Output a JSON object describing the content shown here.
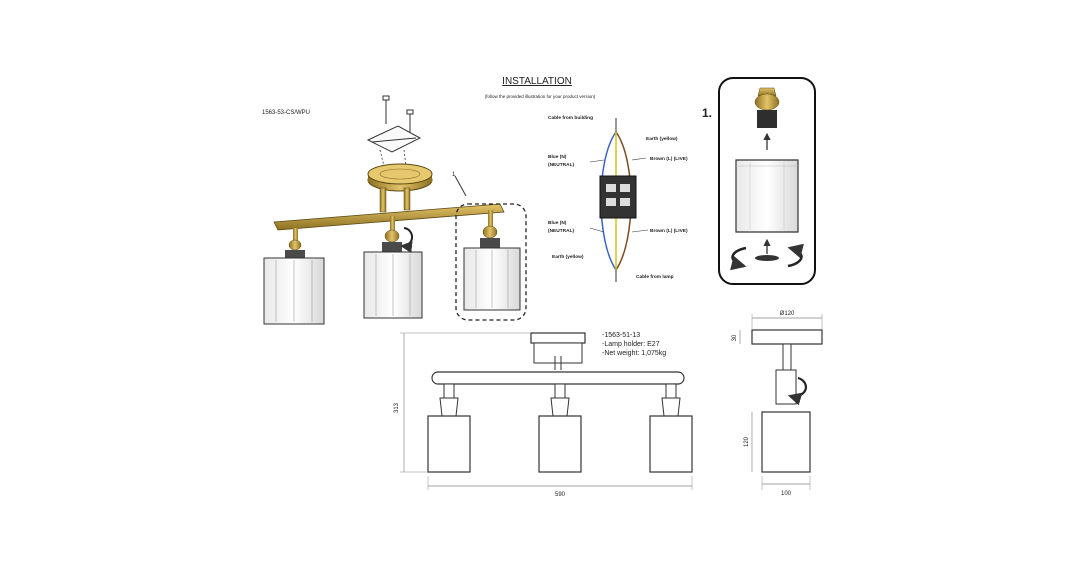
{
  "header": {
    "title": "INSTALLATION",
    "subtitle": "(follow the provided illustration for your product version)"
  },
  "product_code_label": "1563-53-CS/WPU",
  "wiring": {
    "cable_from_building": "Cable from building",
    "earth_top": "Earth (yellow)",
    "blue_left_top": "Blue (N)",
    "blue_left_top_sub": "(NEUTRAL)",
    "brown_right_top": "Brown (L) (LIVE)",
    "blue_left_bottom": "Blue (N)",
    "blue_left_bottom_sub": "(NEUTRAL)",
    "brown_right_bottom": "Brown (L) (LIVE)",
    "earth_bottom": "Earth (yellow)",
    "cable_from_lamp": "Cable from lamp"
  },
  "step": {
    "number": "1."
  },
  "markers": {
    "arrow_label": "1"
  },
  "spec": {
    "model": "-1563-51-13",
    "lamp_holder": "-Lamp holder: E27",
    "net_weight": "-Net weight: 1,075kg"
  },
  "dimensions": {
    "width": "590",
    "height": "313",
    "canopy_diameter": "Ø120",
    "canopy_height": "30",
    "shade_height": "120",
    "shade_width": "100"
  },
  "colors": {
    "brass": "#c9a44a",
    "brass_dark": "#8d7020",
    "line": "#333333",
    "dim_line": "#888888"
  }
}
